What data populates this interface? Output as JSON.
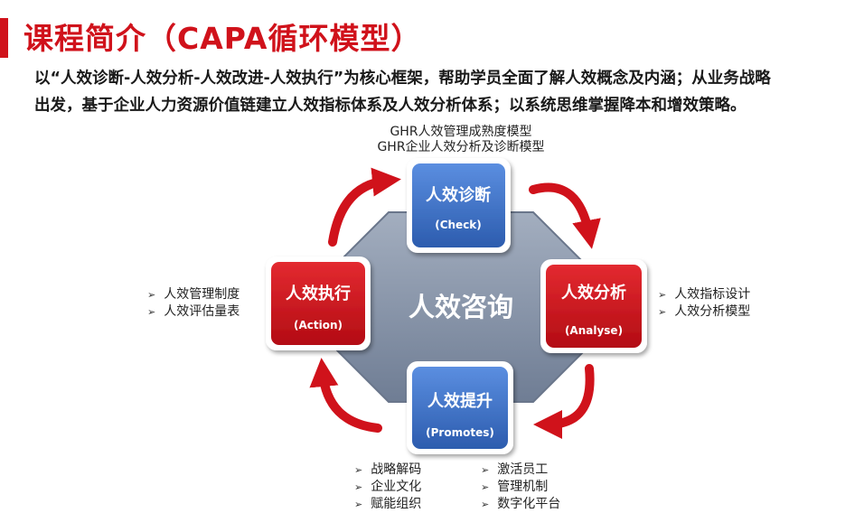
{
  "header": {
    "title": "课程简介（CAPA循环模型）"
  },
  "intro": {
    "line1": "以“人效诊断-人效分析-人效改进-人效执行”为核心框架，帮助学员全面了解人效概念及内涵；从业务战略",
    "line2": "出发，基于企业人力资源价值链建立人效指标体系及人效分析体系；以系统思维掌握降本和增效策略。"
  },
  "center": {
    "label": "人效咨询"
  },
  "nodes": {
    "check": {
      "title": "人效诊断",
      "sub": "(Check)"
    },
    "analyse": {
      "title": "人效分析",
      "sub": "(Analyse)"
    },
    "promote": {
      "title": "人效提升",
      "sub": "(Promotes)"
    },
    "action": {
      "title": "人效执行",
      "sub": "(Action)"
    }
  },
  "labels": {
    "check": [
      "GHR人效管理成熟度模型",
      "GHR企业人效分析及诊断模型"
    ],
    "analyse": [
      "人效指标设计",
      "人效分析模型"
    ],
    "action": [
      "人效管理制度",
      "人效评估量表"
    ],
    "promote_left": [
      "战略解码",
      "企业文化",
      "赋能组织"
    ],
    "promote_right": [
      "激活员工",
      "管理机制",
      "数字化平台"
    ]
  },
  "colors": {
    "accent": "#d0121b",
    "blue": "#3a6fc4",
    "red": "#d0121b",
    "octagon": "#8592a7"
  }
}
